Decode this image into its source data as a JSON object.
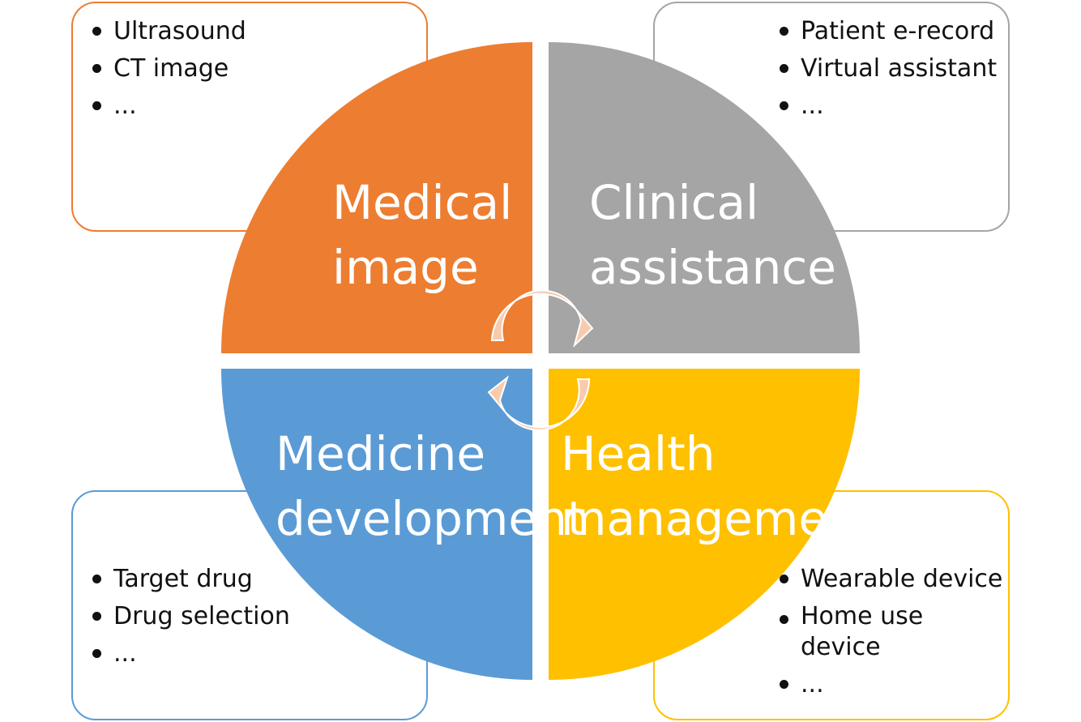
{
  "quadrants": [
    {
      "id": "medical-image",
      "title_line1": "Medical",
      "title_line2": "image",
      "color": "#ED7D31",
      "items": [
        "Ultrasound",
        "CT image",
        "..."
      ]
    },
    {
      "id": "clinical-assistance",
      "title_line1": "Clinical",
      "title_line2": "assistance",
      "color": "#A5A5A5",
      "items": [
        "Patient e-record",
        "Virtual assistant",
        "..."
      ]
    },
    {
      "id": "medicine-development",
      "title_line1": "Medicine",
      "title_line2": "development",
      "color": "#5B9BD5",
      "items": [
        "Target drug",
        "Drug selection",
        "..."
      ]
    },
    {
      "id": "health-management",
      "title_line1": "Health",
      "title_line2": "management",
      "color": "#FFC000",
      "items": [
        "Wearable device",
        "Home use device",
        "..."
      ]
    }
  ],
  "arrow_color": "#F8CBAD"
}
